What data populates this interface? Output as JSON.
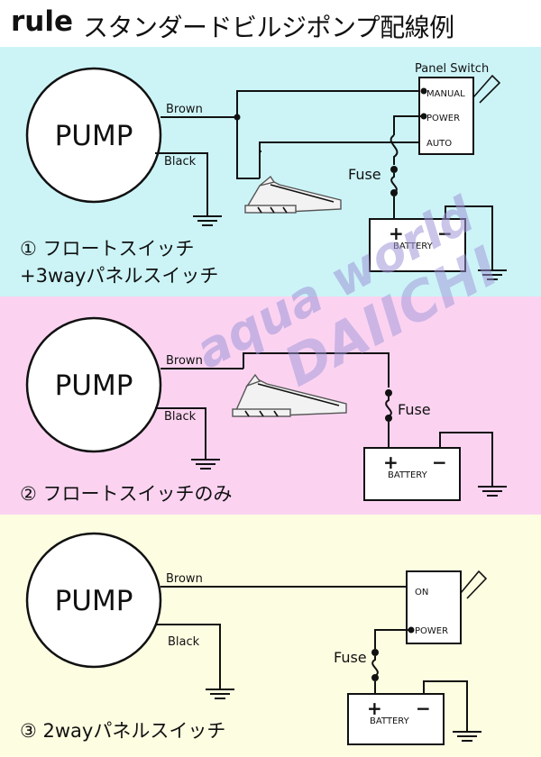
{
  "header": {
    "brand": "rule",
    "title": "スタンダードビルジポンプ配線例"
  },
  "diagrams": [
    {
      "pump_label": "PUMP",
      "brown_label": "Brown",
      "black_label": "Black",
      "switch_title": "Panel Switch",
      "terminals": [
        "MANUAL",
        "POWER",
        "AUTO"
      ],
      "fuse_label": "Fuse",
      "battery_label": "BATTERY",
      "plus": "+",
      "minus": "−",
      "caption_lines": [
        "① フロートスイッチ",
        "+3wayパネルスイッチ"
      ]
    },
    {
      "pump_label": "PUMP",
      "brown_label": "Brown",
      "black_label": "Black",
      "fuse_label": "Fuse",
      "battery_label": "BATTERY",
      "plus": "+",
      "minus": "−",
      "caption": "② フロートスイッチのみ"
    },
    {
      "pump_label": "PUMP",
      "brown_label": "Brown",
      "black_label": "Black",
      "terminals": [
        "ON",
        "POWER"
      ],
      "fuse_label": "Fuse",
      "battery_label": "BATTERY",
      "plus": "+",
      "minus": "−",
      "caption": "③ 2wayパネルスイッチ"
    }
  ],
  "watermark": {
    "line1": "aqua world",
    "line2": "DAIICHI"
  }
}
